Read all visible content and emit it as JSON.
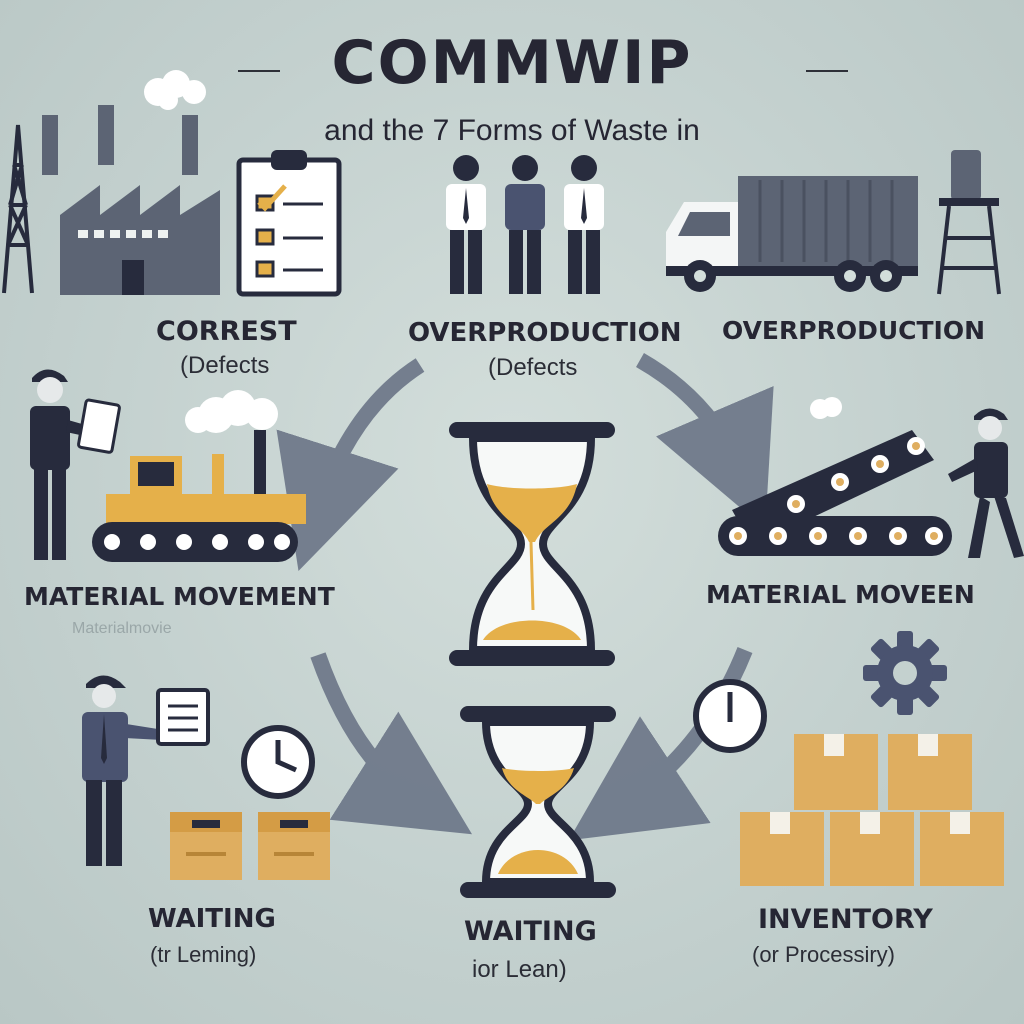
{
  "header": {
    "title": "COMMWIP",
    "subtitle": "and the 7 Forms of Waste in"
  },
  "sections": [
    {
      "label": "CORREST",
      "sub": "(Defects"
    },
    {
      "label": "OVERPRODUCTION",
      "sub": "(Defects"
    },
    {
      "label": "OVERPRODUCTION",
      "sub": ""
    },
    {
      "label": "MATERIAL MOVEMENT",
      "sub": "Materialmovie"
    },
    {
      "label": "MATERIAL MOVEEN",
      "sub": ""
    },
    {
      "label": "WAITING",
      "sub": "(tr Leming)"
    },
    {
      "label": "WAITING",
      "sub": "ior Lean)"
    },
    {
      "label": "INVENTORY",
      "sub": "(or Processiry)"
    }
  ],
  "colors": {
    "background": "#c4d1cf",
    "slate": "#5c6474",
    "navy": "#272b3d",
    "amber": "#e5b04a",
    "box": "#dfae60",
    "arrow": "#6b7587"
  },
  "icons": [
    "factory-icon",
    "clipboard-icon",
    "workers-icon",
    "truck-icon",
    "worker-clipboard-icon",
    "excavator-icon",
    "hourglass-icon",
    "conveyor-icon",
    "gear-icon",
    "clock-icon",
    "boxes-icon"
  ]
}
